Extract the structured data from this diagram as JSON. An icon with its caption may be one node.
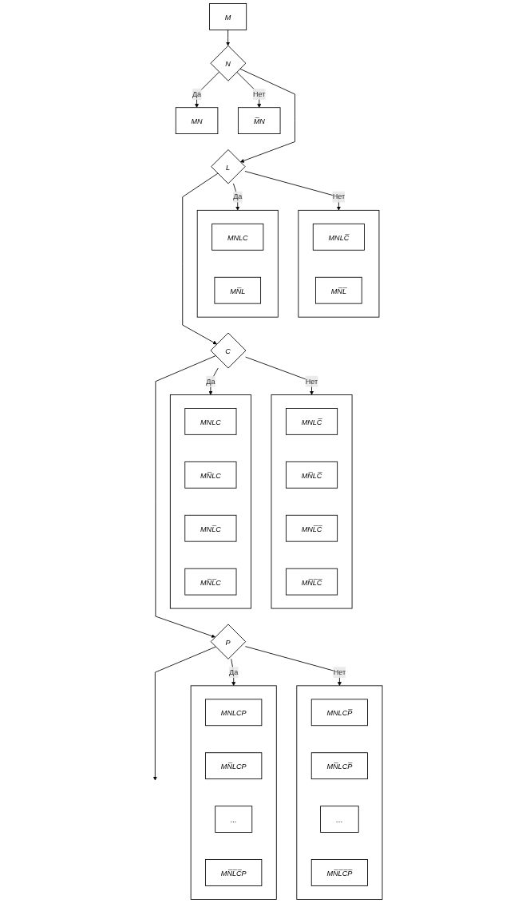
{
  "diagram": {
    "nodes": [
      {
        "text": [
          "M"
        ]
      },
      {
        "text": [
          "MN"
        ]
      },
      {
        "text": [
          "N"
        ]
      },
      {
        "text": [
          "M̅N"
        ]
      },
      {
        "text": [],
        "shape": "box"
      },
      {
        "text": [
          "MNLC"
        ],
        "in": 4
      },
      {
        "text": [
          "MN̅L"
        ],
        "in": 4
      },
      {
        "text": [
          "L"
        ]
      },
      {
        "text": [],
        "shape": "box"
      },
      {
        "text": [
          "MNLC̅"
        ],
        "in": 8
      },
      {
        "text": [
          "MN̅L̅"
        ],
        "in": 8
      },
      {
        "text": [],
        "shape": "box"
      },
      {
        "text": [
          "MNLC"
        ],
        "in": 11
      },
      {
        "text": [
          "MN̅LC"
        ],
        "in": 11
      },
      {
        "text": [
          "MNL̅C"
        ],
        "in": 11
      },
      {
        "text": [
          "MN̅L̅C"
        ],
        "in": 11
      },
      {
        "text": [
          "C"
        ]
      },
      {
        "text": [],
        "shape": "box"
      },
      {
        "text": [
          "MNLC̅"
        ],
        "in": 17
      },
      {
        "text": [
          "MN̅LC̅"
        ],
        "in": 17
      },
      {
        "text": [
          "MNL̅C̅"
        ],
        "in": 17
      },
      {
        "text": [
          "MN̅L̅C̅"
        ],
        "in": 17
      },
      {
        "text": [],
        "shape": "box"
      },
      {
        "text": [
          "MNLCP"
        ],
        "in": 22
      },
      {
        "text": [
          "MN̅LCP"
        ],
        "in": 22
      },
      {
        "text": [
          "..."
        ],
        "in": 22
      },
      {
        "text": [
          "MN̅L̅C̅P"
        ],
        "in": 22
      },
      {
        "text": [
          "P"
        ]
      },
      {
        "text": [],
        "shape": "box"
      },
      {
        "text": [
          "MNLCP̅"
        ],
        "in": 28
      },
      {
        "text": [
          "MN̅LCP̅"
        ],
        "in": 28
      },
      {
        "text": [
          "…"
        ],
        "in": 28
      },
      {
        "text": [
          "MN̅L̅C̅P̅"
        ],
        "in": 28
      }
    ],
    "edges": [
      {
        "from": 0,
        "to": 2,
        "arrow": "to"
      },
      {
        "from": 2,
        "to": 7,
        "arrow": "to"
      },
      {
        "from": 7,
        "to": 16,
        "arrow": "to"
      },
      {
        "from": 16,
        "to": 27,
        "arrow": "to"
      },
      {
        "from": 27,
        "to": null,
        "arrow": "to"
      },
      {
        "from": 2,
        "to": 1,
        "arrow": "to",
        "label": "Да"
      },
      {
        "from": 2,
        "to": 3,
        "arrow": "to",
        "label": "Нет"
      },
      {
        "from": 7,
        "to": 4,
        "arrow": "to",
        "label": "Да"
      },
      {
        "from": 7,
        "to": 8,
        "arrow": "to",
        "label": "Нет"
      },
      {
        "from": 16,
        "to": 11,
        "arrow": "to",
        "label": "Да"
      },
      {
        "from": 16,
        "to": 17,
        "arrow": "to",
        "label": "Нет"
      },
      {
        "from": 27,
        "to": 22,
        "arrow": "to",
        "label": "Да"
      },
      {
        "from": 27,
        "to": 28,
        "arrow": "to",
        "label": "Нет"
      }
    ]
  }
}
